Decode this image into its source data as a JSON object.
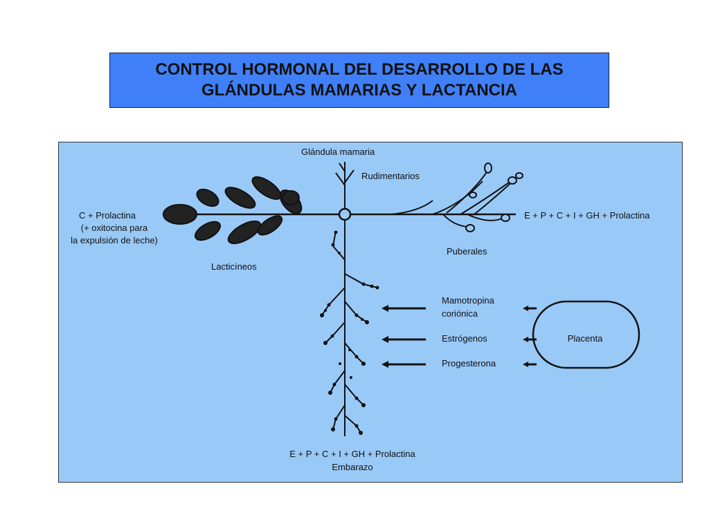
{
  "title": {
    "line1": "CONTROL HORMONAL DEL DESARROLLO DE LAS",
    "line2": "GLÁNDULAS MAMARIAS Y LACTANCIA"
  },
  "colors": {
    "title_bg": "#3f80f8",
    "panel_bg": "#99c9f7",
    "ink": "#111111"
  },
  "diagram": {
    "center_label": "Glándula mamaria",
    "rudimentarios": "Rudimentarios",
    "left_hormones": [
      "C + Prolactina",
      "(+ oxitocina para",
      "la expulsión de leche)"
    ],
    "lacticineos": "Lacticíneos",
    "right_hormones": "E + P + C + I + GH + Prolactina",
    "puberales": "Puberales",
    "bottom_hormones": "E + P + C + I + GH + Prolactina",
    "embarazo": "Embarazo",
    "placenta_hormones": {
      "mamotropina_1": "Mamotropina",
      "mamotropina_2": "coriónica",
      "estrogenos": "Estrógenos",
      "progesterona": "Progesterona"
    },
    "placenta": "Placenta"
  }
}
